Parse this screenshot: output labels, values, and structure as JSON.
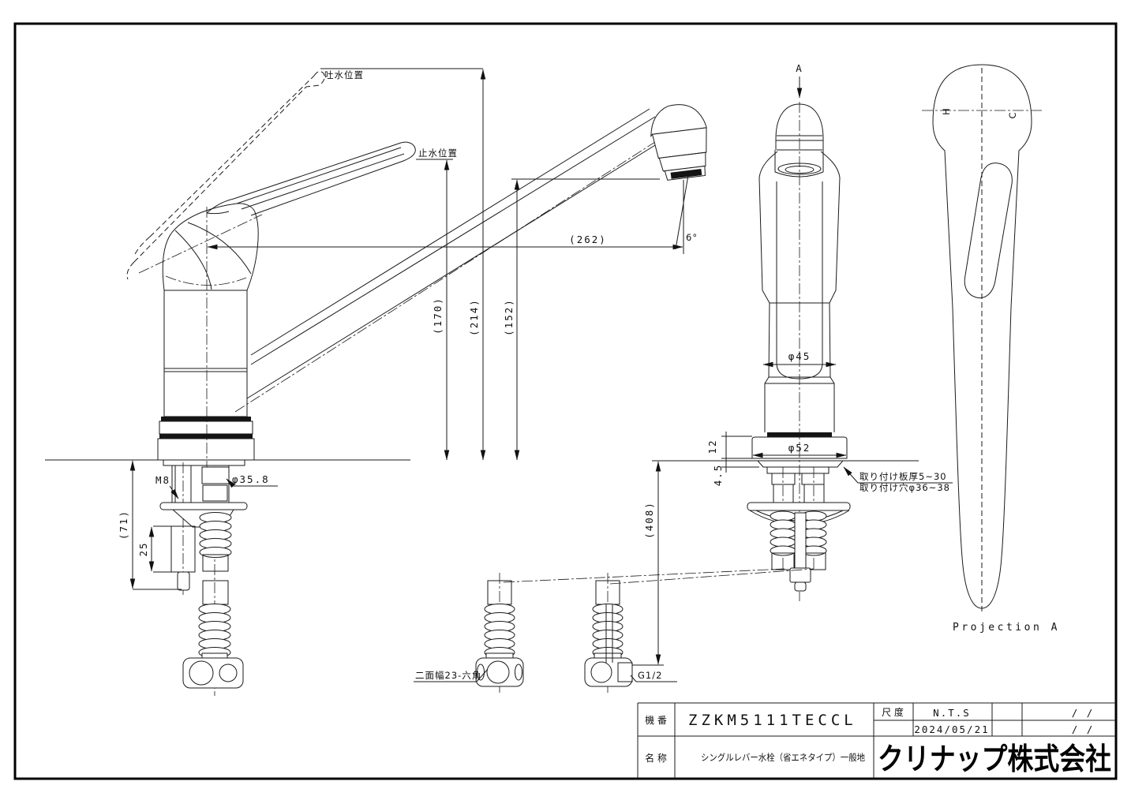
{
  "drawing": {
    "side_view": {
      "spout_position": "吐水位置",
      "stop_position": "止水位置",
      "dim_reach": "(262)",
      "dim_lever_up_height": "(214)",
      "dim_lever_down_height": "(170)",
      "dim_outlet_height": "(152)",
      "angle": "6°",
      "thread_m8": "M8",
      "dia_shank": "φ35.8",
      "dim_thread_len": "25",
      "dim_under_counter": "(71)"
    },
    "front_view": {
      "view_arrow": "A",
      "dia_body": "φ45",
      "dia_base": "φ52",
      "dim_base_height": "12",
      "dim_flange_thickness": "4.5",
      "dim_hose_length": "(408)",
      "note_plate": "取り付け板厚5~30",
      "note_hole": "取り付け穴φ36~38"
    },
    "fittings": {
      "hex_note": "二面幅23-六角",
      "thread": "G1/2"
    },
    "projection": {
      "label": "Projection A",
      "hot": "H",
      "cold": "C"
    }
  },
  "title_block": {
    "part_no_label": "機 番",
    "part_no": "ZZKM5111TECCL",
    "scale_label": "尺 度",
    "scale": "N.T.S",
    "date": "2024/05/21",
    "rev1": "/ /",
    "rev2": "/ /",
    "name_label": "名 称",
    "product_name": "シングルレバー水栓（省エネタイプ）一般地",
    "company": "クリナップ株式会社"
  }
}
